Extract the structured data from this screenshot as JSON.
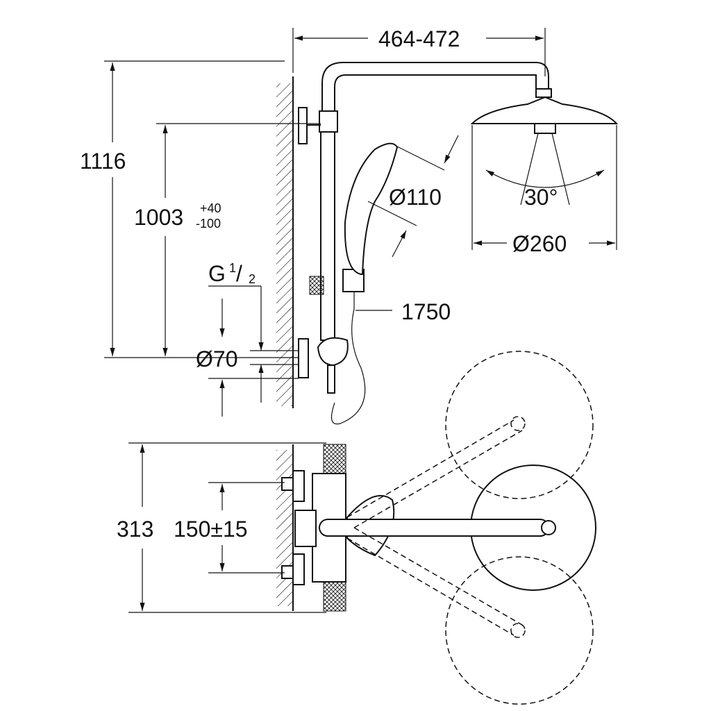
{
  "drawing": {
    "dimensions": {
      "arm_length": "464-472",
      "total_height": "1116",
      "rail_height": "1003",
      "rail_tol_plus": "+40",
      "rail_tol_minus": "-100",
      "thread_prefix": "G",
      "thread_num": "1",
      "thread_den": "2",
      "handshower_diameter": "Ø110",
      "tilt_angle": "30°",
      "head_diameter": "Ø260",
      "hose_length": "1750",
      "flange_diameter": "Ø70",
      "depth": "313",
      "center_distance": "150±15"
    }
  }
}
